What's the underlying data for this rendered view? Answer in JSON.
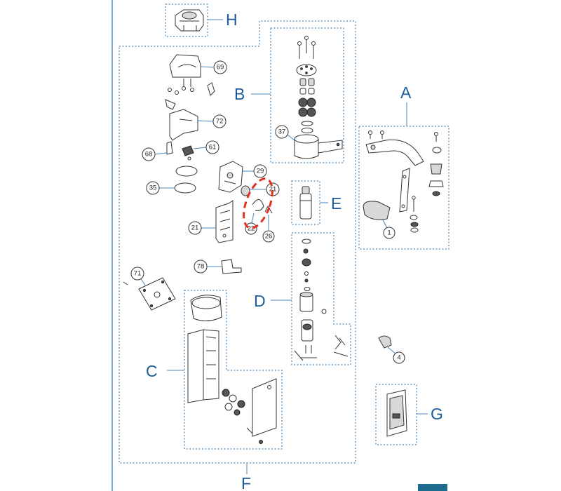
{
  "colors": {
    "group_box": "#4a86b8",
    "group_letter": "#1c5c9a",
    "highlight": "#e0301e",
    "left_rule": "#2e6fa8",
    "corner_tab": "#1d6c8f"
  },
  "groups": {
    "A": "A",
    "B": "B",
    "C": "C",
    "D": "D",
    "E": "E",
    "F": "F",
    "G": "G",
    "H": "H"
  },
  "callouts": {
    "c69": "69",
    "c72": "72",
    "c68": "68",
    "c61": "61",
    "c35": "35",
    "c29": "29",
    "c21a": "21",
    "c21b": "21",
    "c22": "22",
    "c26": "26",
    "c37": "37",
    "c78": "78",
    "c71": "71",
    "c1": "1",
    "c4": "4"
  }
}
